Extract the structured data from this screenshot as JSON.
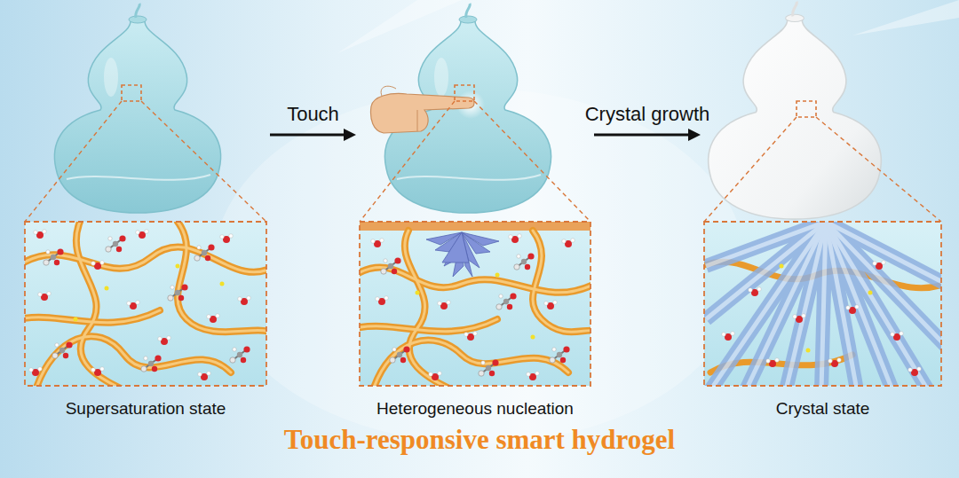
{
  "diagram": {
    "title": "Touch-responsive smart hydrogel",
    "nodes": [
      {
        "text": [
          "Supersaturation state"
        ]
      },
      {
        "text": [
          "Heterogeneous nucleation"
        ]
      },
      {
        "text": [
          "Crystal state"
        ]
      }
    ],
    "edges": [
      {
        "from": 0,
        "to": 1,
        "label": "Touch",
        "arrow": "to"
      },
      {
        "from": 1,
        "to": 2,
        "label": "Crystal growth",
        "arrow": "to"
      }
    ]
  }
}
